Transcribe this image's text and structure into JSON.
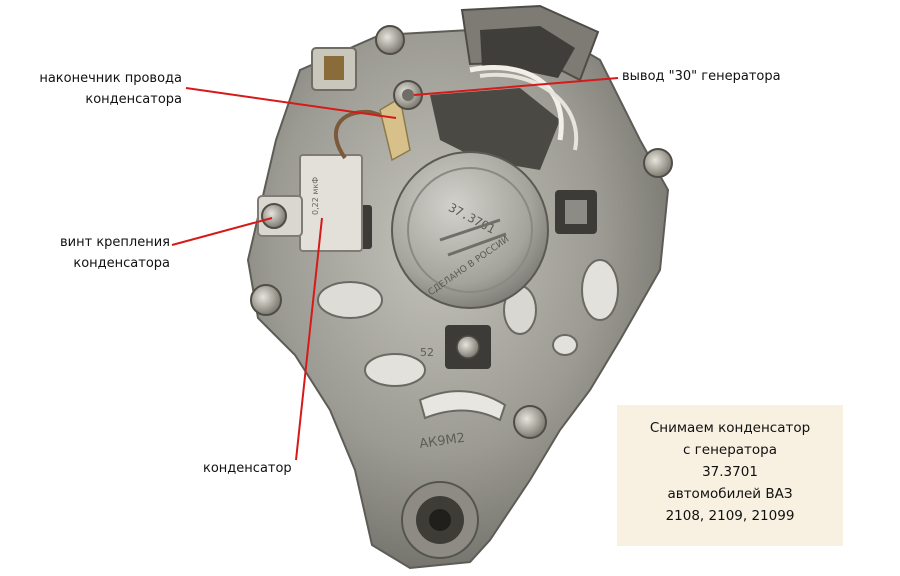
{
  "labels": {
    "wire_tip": [
      "наконечник провода",
      "конденсатора"
    ],
    "terminal_30": "вывод \"30\" генератора",
    "mount_screw": [
      "винт крепления",
      "конденсатора"
    ],
    "capacitor": "конденсатор"
  },
  "info_box": {
    "lines": [
      "Снимаем конденсатор",
      "с генератора",
      "37.3701",
      "автомобилей ВАЗ",
      "2108, 2109, 21099"
    ]
  },
  "markings": {
    "lid_center": "37.3701",
    "lid_arc": "СДЕЛАНО В РОССИИ",
    "housing_model": "АК9М2",
    "housing_number": "52",
    "capacitor_text": "0,22 мкФ"
  },
  "colors": {
    "pointer_line": "#d61a1a",
    "info_box_bg": "#f8f1e1",
    "metal": "#9c9b93"
  }
}
